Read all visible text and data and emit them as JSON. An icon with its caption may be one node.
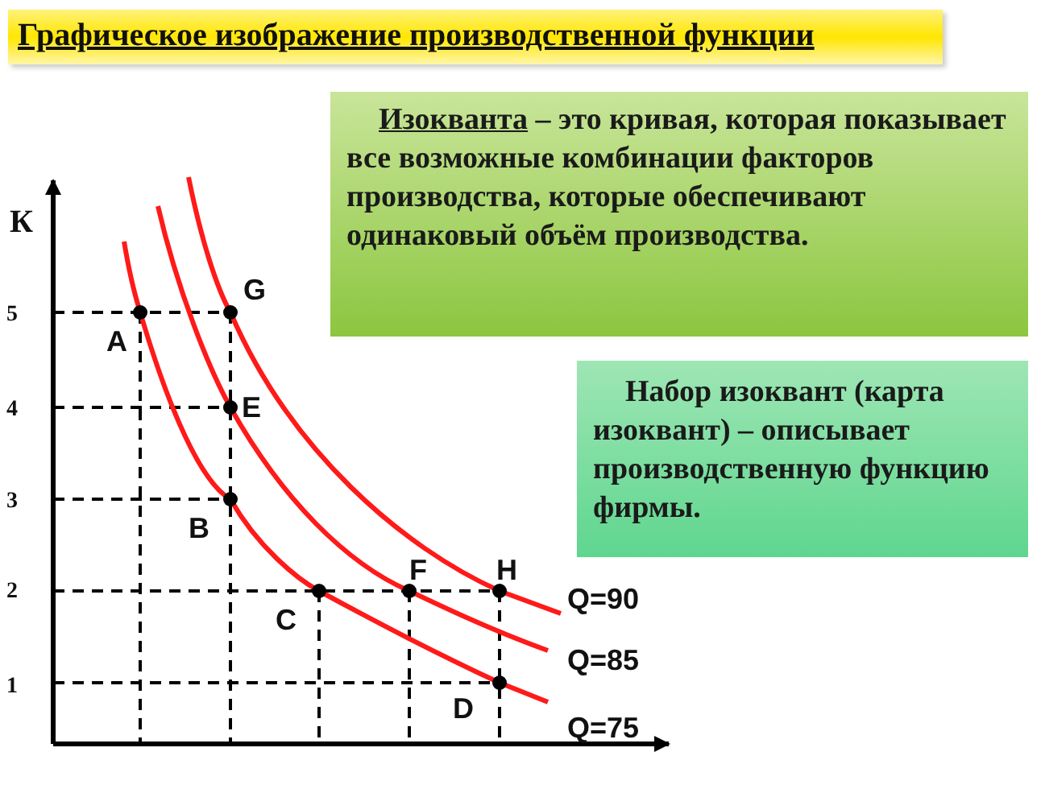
{
  "diagram": {
    "title": "Графическое изображение производственной функции",
    "nodes": [
      {
        "text": [
          "**Изокванта** – это кривая, которая показывает все возможные комбинации факторов производства, которые обеспечивают одинаковый объём производства."
        ]
      },
      {
        "text": [
          "Набор изоквант (карта изоквант) – описывает производственную функцию фирмы."
        ]
      }
    ],
    "labels": [
      "К",
      "5",
      "G",
      "A",
      "4",
      "E",
      "3",
      "B",
      "2",
      "F",
      "H",
      "Q=90",
      "C",
      "Q=85",
      "1",
      "D",
      "Q=75"
    ]
  }
}
